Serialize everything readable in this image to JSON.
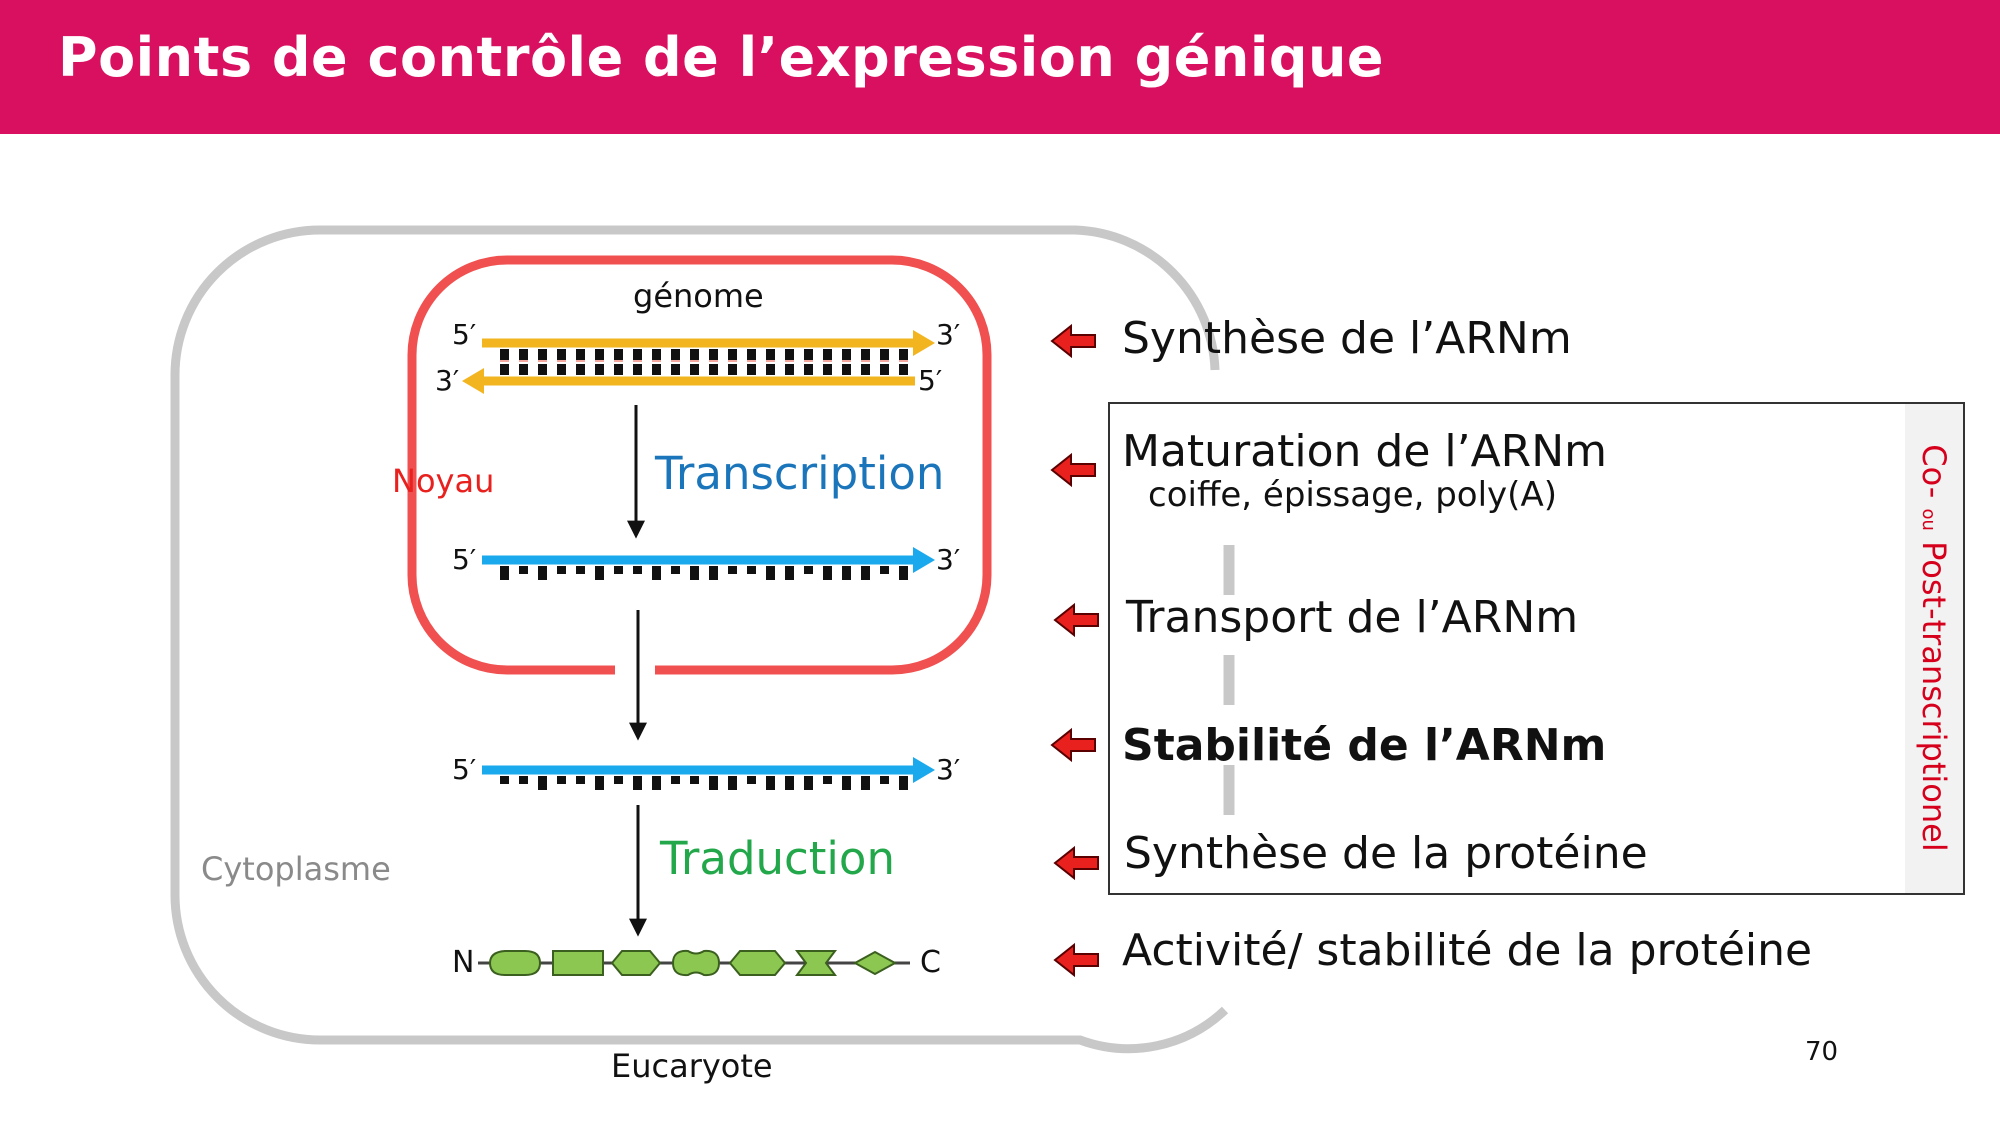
{
  "header": {
    "title": "Points de contrôle de l’expression génique",
    "color": "#d90f5f"
  },
  "diagram": {
    "genome": "génome",
    "noyau": "Noyau",
    "transcription": "Transcription",
    "traduction": "Traduction",
    "cytoplasme": "Cytoplasme",
    "eucaryote": "Eucaryote",
    "five_prime": "5′",
    "three_prime": "3′",
    "n_term": "N",
    "c_term": "C",
    "colors": {
      "dna": "#f2b51f",
      "rna": "#1aa9ec",
      "nucleus": "#f05050",
      "cell": "#c8c8c8",
      "transcription": "#1b75bb",
      "traduction": "#22a84a",
      "protein": "#8cc751"
    }
  },
  "steps": [
    {
      "label": "Synthèse de l’ARNm"
    },
    {
      "label": "Maturation de l’ARNm",
      "sub": "coiffe, épissage, poly(A)"
    },
    {
      "label": "Transport de l’ARNm"
    },
    {
      "label": "Stabilité de l’ARNm"
    },
    {
      "label": "Synthèse de la protéine"
    },
    {
      "label": "Activité/ stabilité de la protéine"
    }
  ],
  "side_label": {
    "part1": "Co-",
    "part2": "ou",
    "part3": "Post-transcriptionel"
  },
  "page_number": "70"
}
